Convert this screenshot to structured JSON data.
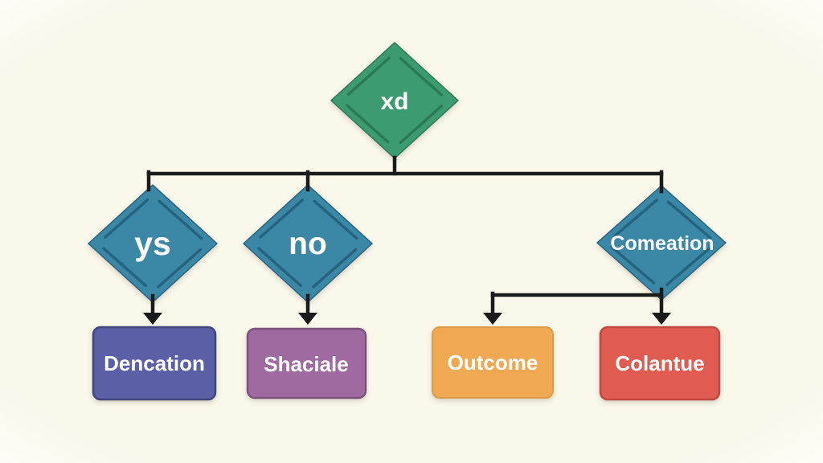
{
  "diagram": {
    "type": "flowchart",
    "canvas": {
      "background": "#FAF7EB",
      "edge_background": "#FEFEFC",
      "line_color": "#1B1B1B",
      "text_color": "#FFFFFF"
    },
    "nodes": {
      "root": {
        "label": "xd",
        "shape": "decision-diamond",
        "fill": "#3E9B71",
        "accent": "#2B7A55"
      },
      "yes": {
        "label": "ys",
        "shape": "decision-diamond",
        "fill": "#3B87A6",
        "accent": "#266480"
      },
      "no": {
        "label": "no",
        "shape": "decision-diamond",
        "fill": "#3B87A6",
        "accent": "#266480"
      },
      "comeation": {
        "label": "Comeation",
        "shape": "decision-diamond",
        "fill": "#3B87A6",
        "accent": "#266480"
      },
      "dencation": {
        "label": "Dencation",
        "shape": "process-box",
        "fill": "#5A5FA6",
        "accent": "#41467E"
      },
      "shaciale": {
        "label": "Shaciale",
        "shape": "process-box",
        "fill": "#9E6B9F",
        "accent": "#7C527D"
      },
      "outcome": {
        "label": "Outcome",
        "shape": "process-box",
        "fill": "#F0A952",
        "accent": "#E09B46"
      },
      "colantue": {
        "label": "Colantue",
        "shape": "process-box",
        "fill": "#E05B51",
        "accent": "#C24A41"
      }
    },
    "edges": [
      {
        "from": "root",
        "to": "yes"
      },
      {
        "from": "root",
        "to": "no"
      },
      {
        "from": "root",
        "to": "comeation"
      },
      {
        "from": "yes",
        "to": "dencation",
        "arrow": true
      },
      {
        "from": "no",
        "to": "shaciale",
        "arrow": true
      },
      {
        "from": "comeation",
        "to": "outcome",
        "arrow": true
      },
      {
        "from": "comeation",
        "to": "colantue",
        "arrow": true
      }
    ]
  }
}
